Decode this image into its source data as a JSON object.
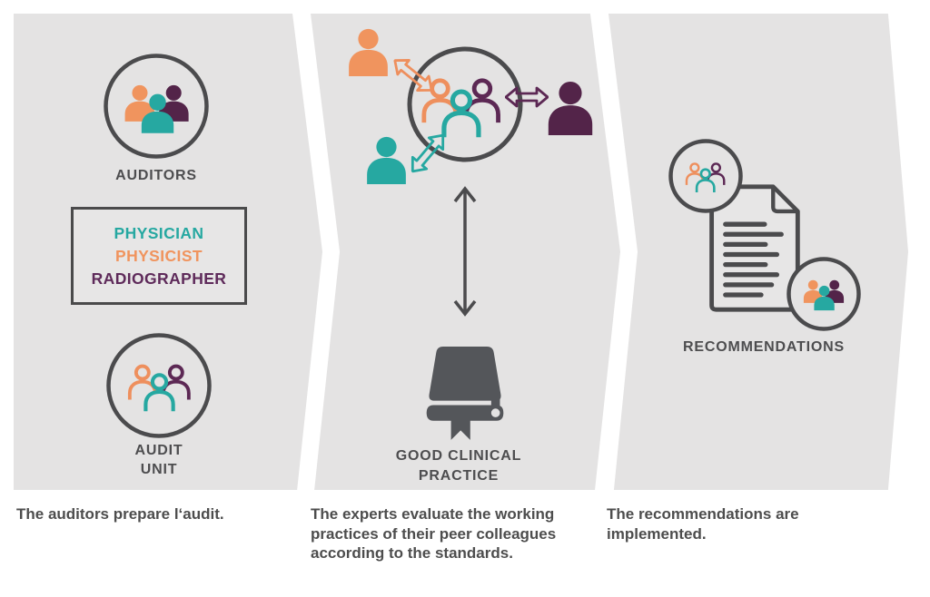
{
  "colors": {
    "panel_bg": "#E4E3E3",
    "dark_gray": "#4B4B4D",
    "text_gray": "#4D4D4F",
    "orange": "#F0945E",
    "teal": "#26A8A1",
    "purple_outline": "#5C2854",
    "purple_fill": "#532449",
    "book_gray": "#54565A"
  },
  "panels": {
    "prepare": {
      "auditors_label": "AUDITORS",
      "roles": [
        {
          "label": "PHYSICIAN",
          "color": "#26A8A1"
        },
        {
          "label": "PHYSICIST",
          "color": "#F0945E"
        },
        {
          "label": "RADIOGRAPHER",
          "color": "#5E2A5A"
        }
      ],
      "audit_unit_line1": "AUDIT",
      "audit_unit_line2": "UNIT",
      "caption": "The auditors prepare l‘audit."
    },
    "evaluate": {
      "practice_line1": "GOOD CLINICAL",
      "practice_line2": "PRACTICE",
      "caption_lines": [
        "The experts evaluate the working",
        "practices of their peer colleagues",
        "according to the standards."
      ]
    },
    "implement": {
      "label": "RECOMMENDATIONS",
      "caption_lines": [
        "The recommendations are",
        "implemented."
      ]
    }
  },
  "icons": {
    "auditors": "people-group-filled-circle-icon",
    "audit_unit": "people-group-outline-circle-icon",
    "evaluation_center": "people-group-outline-circle-icon",
    "experts": [
      "person-orange-icon",
      "person-teal-icon",
      "person-purple-icon"
    ],
    "exchange_arrows": [
      "double-arrow-orange-icon",
      "double-arrow-teal-icon",
      "double-arrow-purple-icon"
    ],
    "standards_link": "vertical-double-arrow-icon",
    "good_clinical_practice": "book-icon",
    "recommendations": "document-icon"
  }
}
